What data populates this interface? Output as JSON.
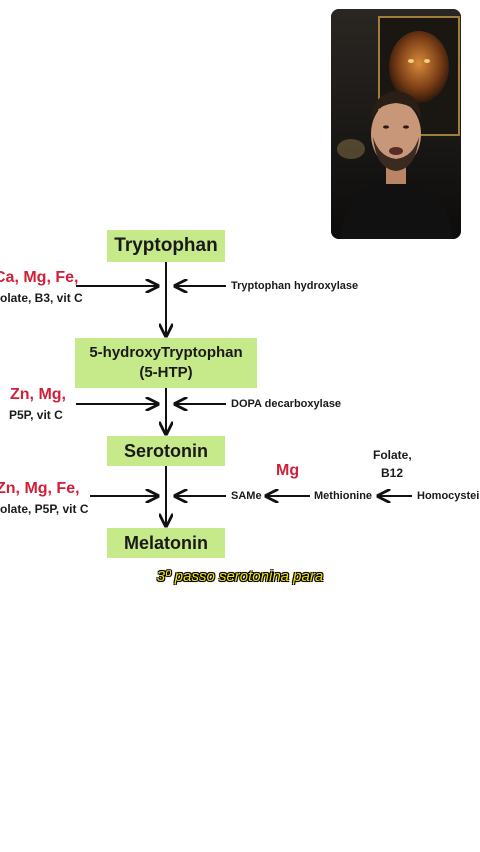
{
  "diagram": {
    "nodes": {
      "tryptophan": "Tryptophan",
      "htp_line1": "5-hydroxyTryptophan",
      "htp_line2": "(5-HTP)",
      "serotonin": "Serotonin",
      "melatonin": "Melatonin"
    },
    "cofactors": {
      "step1_red": "Ca, Mg, Fe,",
      "step1_black": "olate, B3, vit C",
      "step2_red": "Zn, Mg,",
      "step2_black": "P5P, vit C",
      "step3_red": "Zn, Mg, Fe,",
      "step3_black": "olate, P5P, vit C"
    },
    "enzymes": {
      "step1": "Tryptophan hydroxylase",
      "step2": "DOPA decarboxylase",
      "step3_same": "SAMe",
      "step3_methionine": "Methionine",
      "step3_homocysteine": "Homocystei"
    },
    "mg_label": "Mg",
    "folate_line1": "Folate,",
    "folate_line2": "B12"
  },
  "caption": "3º passo serotonina para",
  "colors": {
    "box": "#c6e98a",
    "cofactor_red": "#d0203a",
    "caption_yellow": "#f2e200"
  }
}
